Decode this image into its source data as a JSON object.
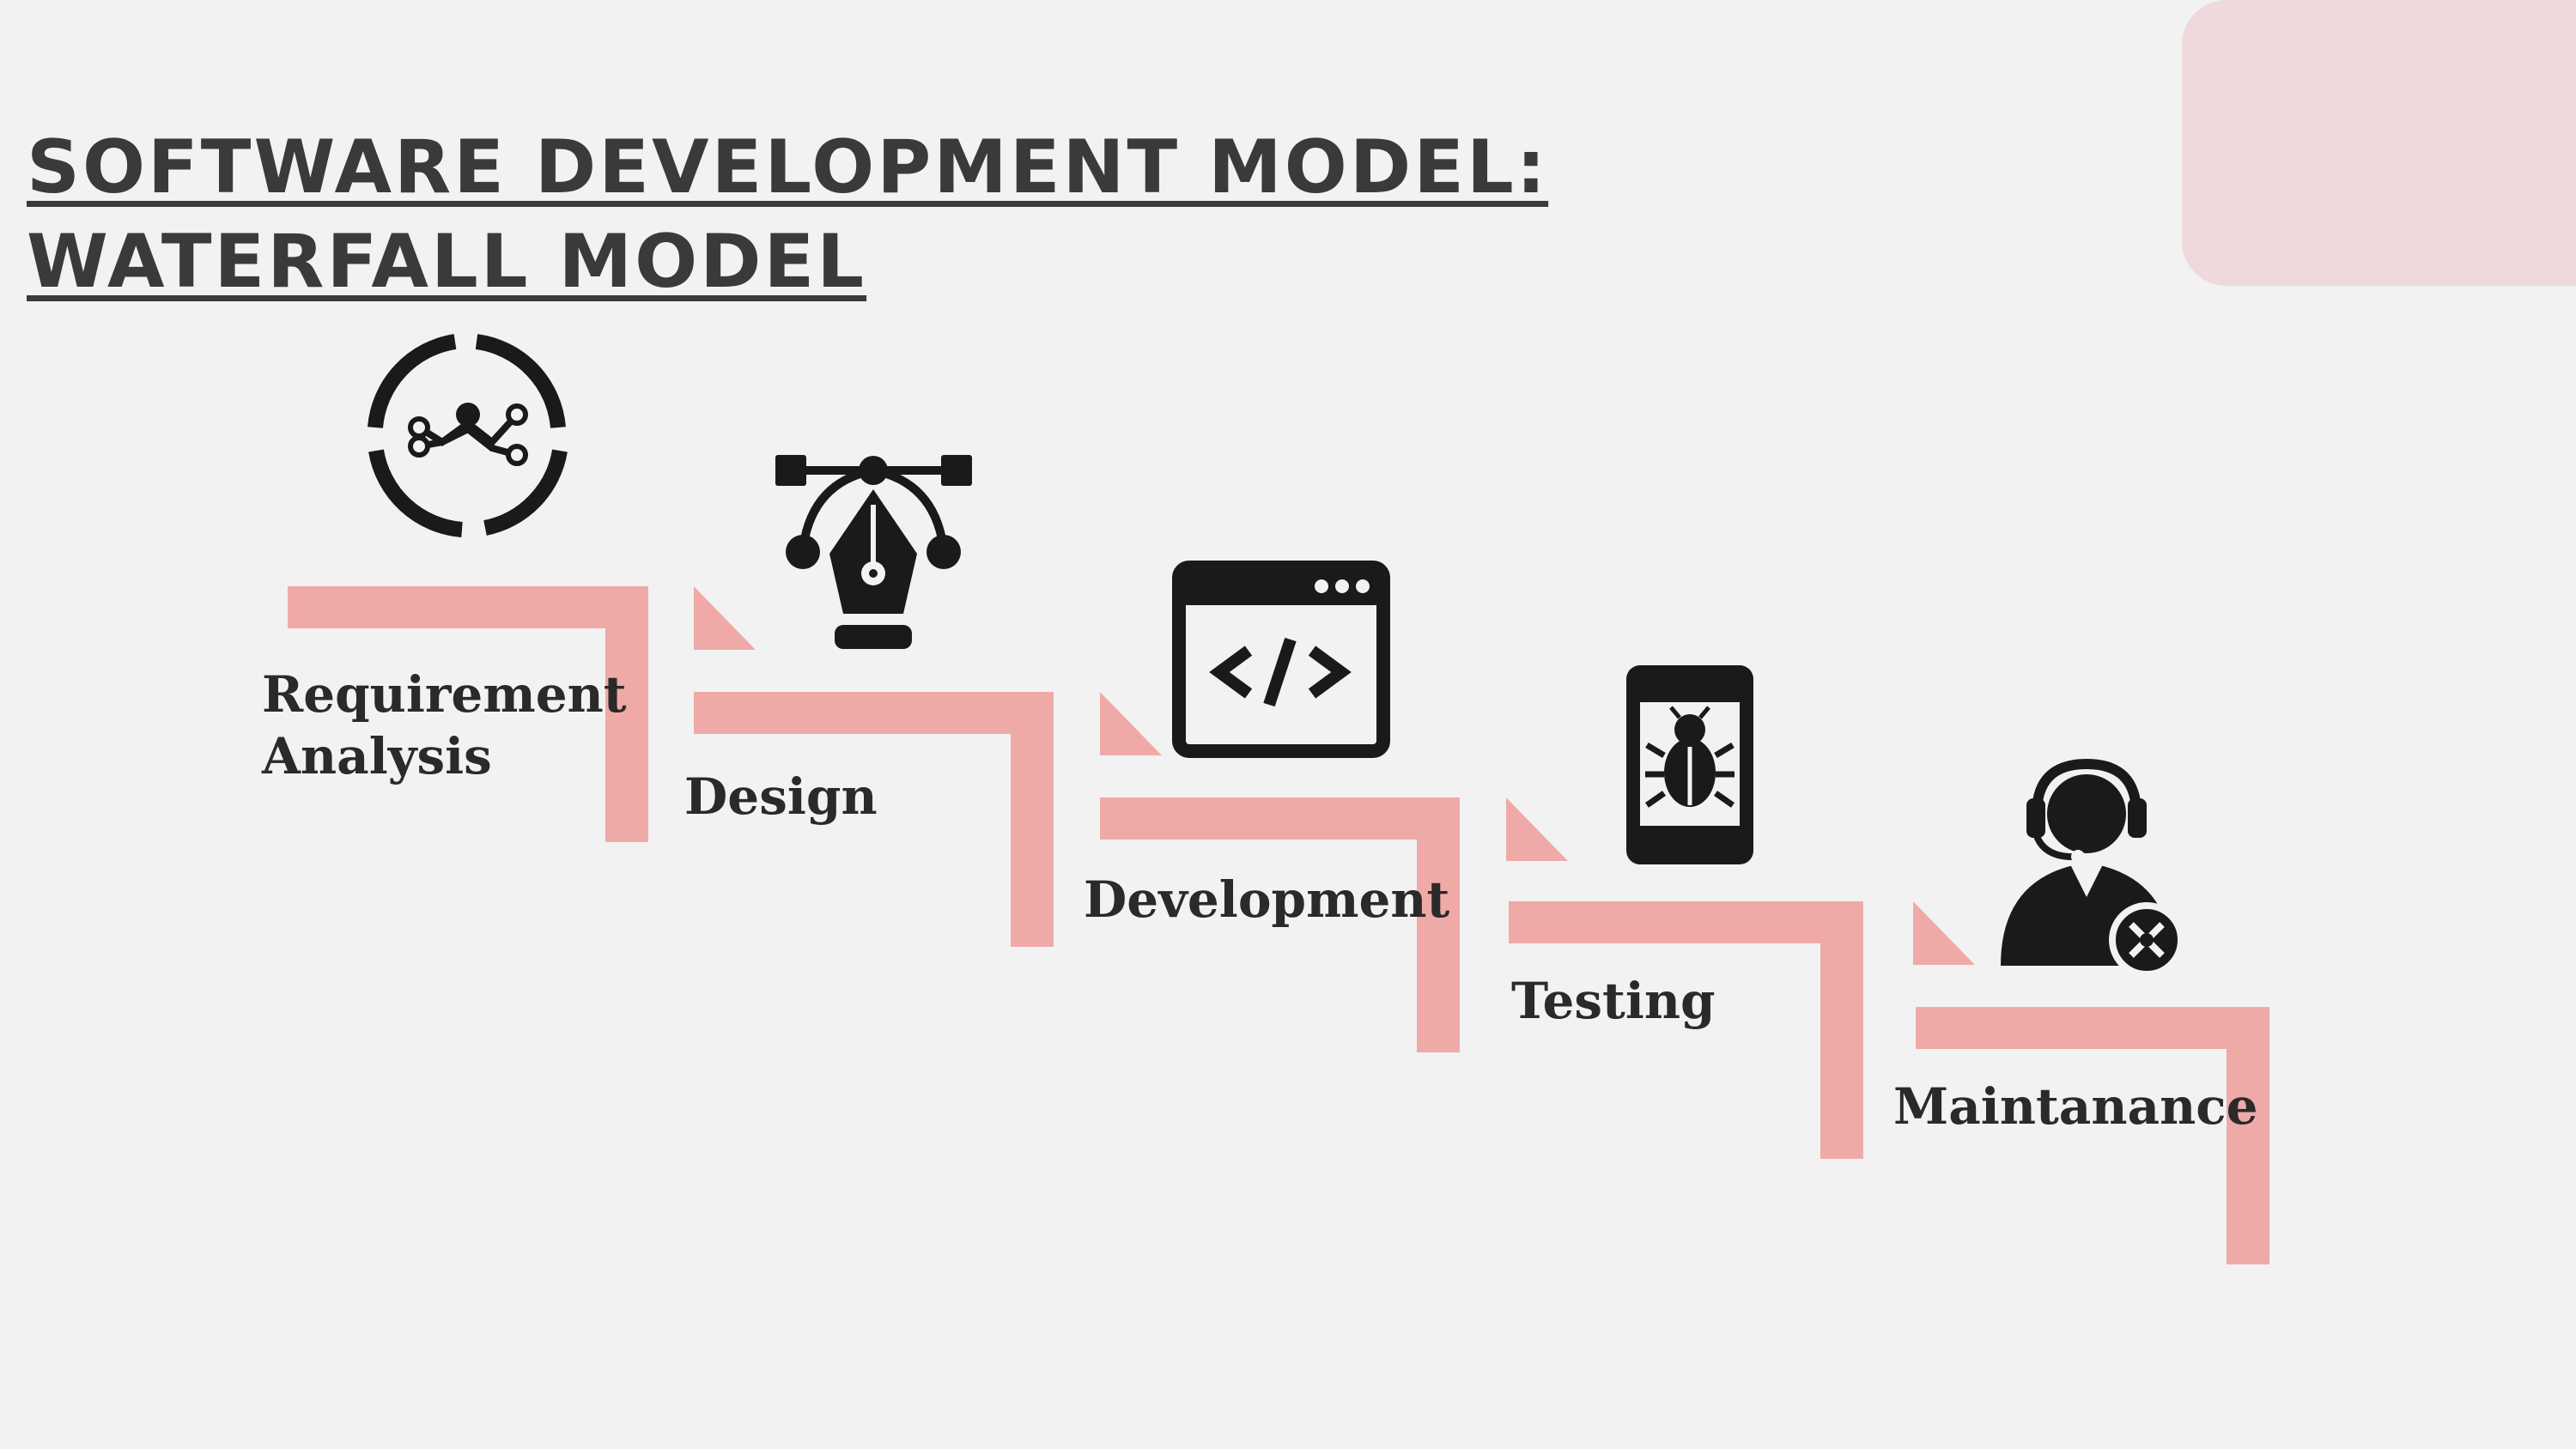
{
  "title": {
    "line1": "SOFTWARE DEVELOPMENT MODEL:",
    "line2": "WATERFALL MODEL"
  },
  "colors": {
    "background": "#f2f2f2",
    "accent_card": "#f0d9dc",
    "step_band": "#efaaa8",
    "icon": "#1a1a1a",
    "title_text": "#3a3a3a"
  },
  "waterfall": {
    "steps": [
      {
        "label": "Requirement\nAnalysis",
        "icon": "analysis-icon"
      },
      {
        "label": "Design",
        "icon": "pen-tool-icon"
      },
      {
        "label": "Development",
        "icon": "code-window-icon"
      },
      {
        "label": "Testing",
        "icon": "bug-phone-icon"
      },
      {
        "label": "Maintanance",
        "icon": "support-agent-icon"
      }
    ]
  }
}
